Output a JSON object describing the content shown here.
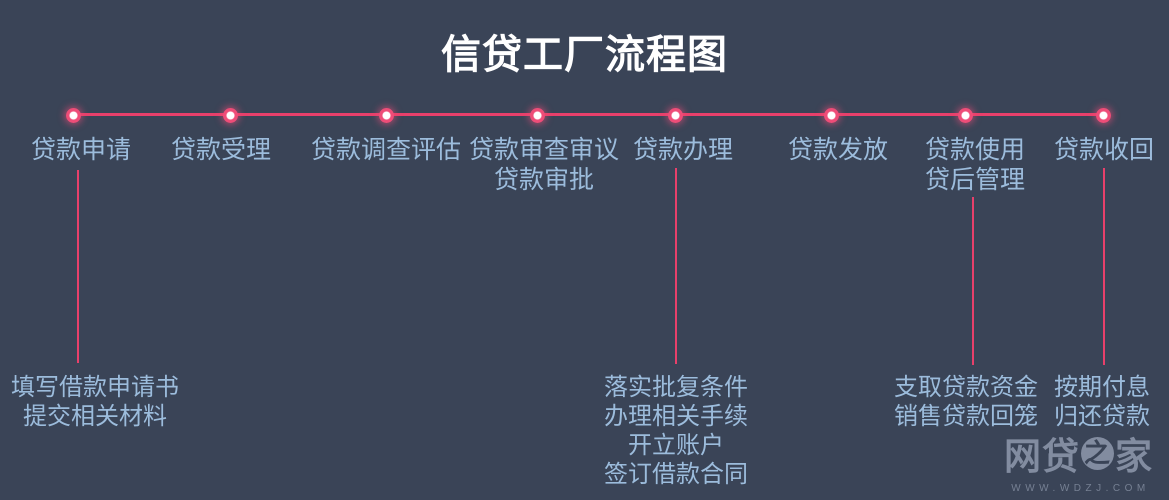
{
  "title": "信贷工厂流程图",
  "colors": {
    "background": "#3a4457",
    "accent_pink": "#e8406b",
    "dot_ring": "#ee4d78",
    "label_blue": "#9cbcdc",
    "title_white": "#ffffff",
    "watermark_gray": "#828ca0"
  },
  "stages": [
    {
      "label": "贷款申请",
      "details": [
        "填写借款申请书",
        "提交相关材料"
      ]
    },
    {
      "label": "贷款受理"
    },
    {
      "label": "贷款调查评估"
    },
    {
      "label": "贷款审查审议",
      "label2": "贷款审批"
    },
    {
      "label": "贷款办理",
      "details": [
        "落实批复条件",
        "办理相关手续",
        "开立账户",
        "签订借款合同"
      ]
    },
    {
      "label": "贷款发放"
    },
    {
      "label": "贷款使用",
      "label2": "贷后管理",
      "details": [
        "支取贷款资金",
        "销售贷款回笼"
      ]
    },
    {
      "label": "贷款收回",
      "details": [
        "按期付息",
        "归还贷款"
      ]
    }
  ],
  "watermark": {
    "brand_prefix": "网贷",
    "brand_circle": "之",
    "brand_suffix": "家",
    "url": "WWW.WDZJ.COM"
  }
}
